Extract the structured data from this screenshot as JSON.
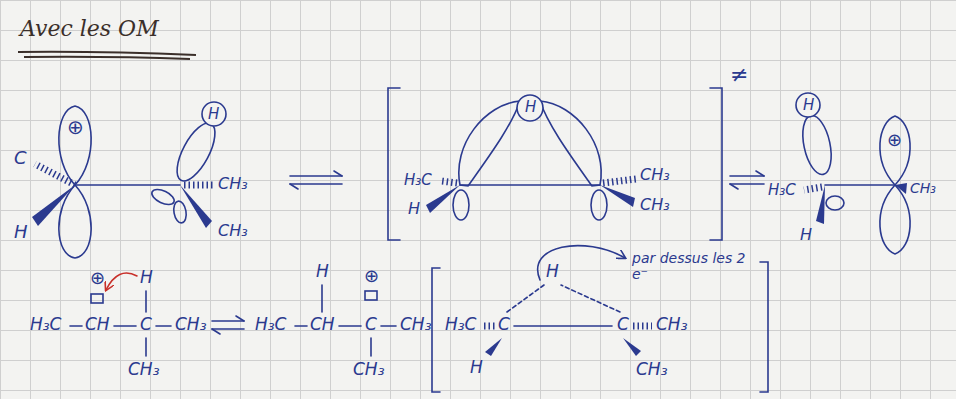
{
  "diagram": {
    "title": "Avec les OM",
    "labels": [
      "⊕",
      "C",
      "H",
      "H",
      "CH₃",
      "CH₃",
      "≠",
      "H",
      "H₃C",
      "H",
      "CH₃",
      "CH₃",
      "H",
      "H₃C",
      "H",
      "⊕",
      "CH₃",
      "⊕",
      "H",
      "H₃C",
      "CH",
      "C",
      "CH₃",
      "CH₃",
      "H",
      "⊕",
      "H₃C",
      "CH",
      "C",
      "CH₃",
      "CH₃",
      "H",
      "H₃C",
      "C",
      "C",
      "CH₃",
      "H",
      "CH₃",
      "par dessus les 2 e⁻"
    ]
  }
}
